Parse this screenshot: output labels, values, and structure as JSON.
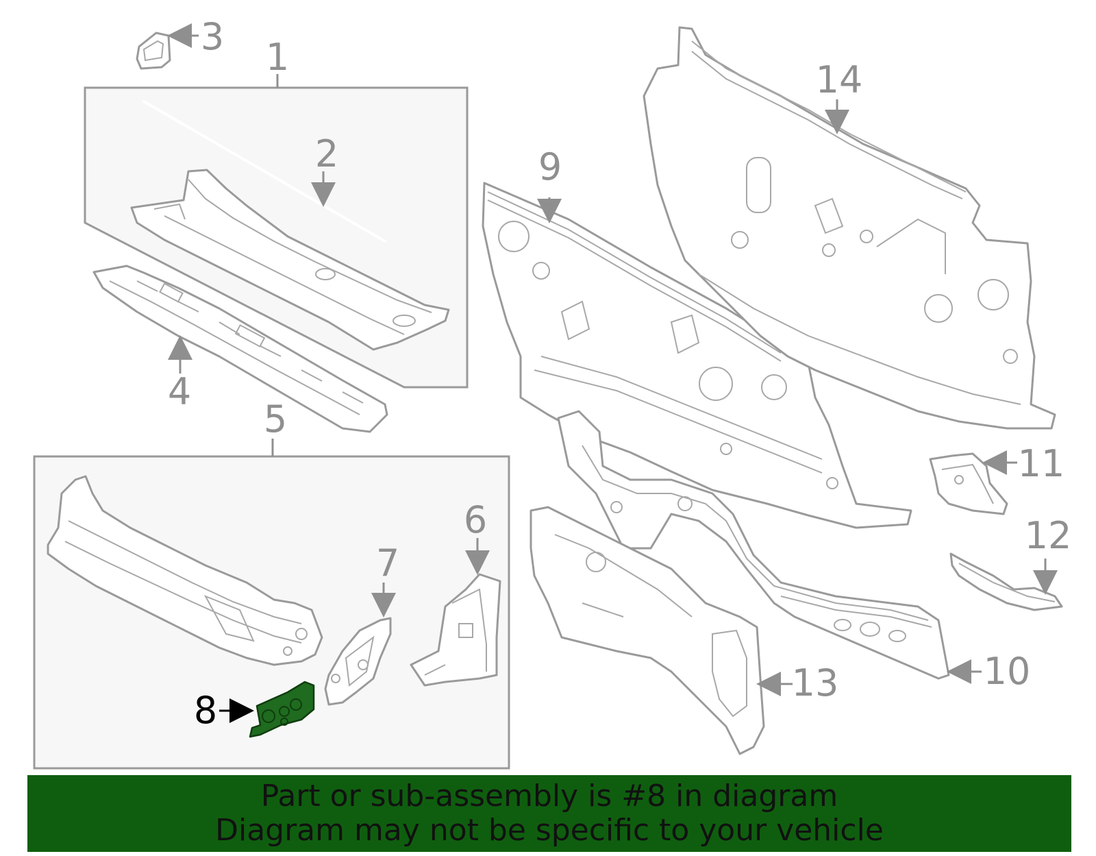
{
  "callouts": {
    "c1": "1",
    "c2": "2",
    "c3": "3",
    "c4": "4",
    "c5": "5",
    "c6": "6",
    "c7": "7",
    "c8": "8",
    "c9": "9",
    "c10": "10",
    "c11": "11",
    "c12": "12",
    "c13": "13",
    "c14": "14"
  },
  "highlight": {
    "part": "8",
    "color": "#1f6b1f"
  },
  "banner": {
    "line1": "Part or sub-assembly is #8 in diagram",
    "line2": "Diagram may not be specific to your vehicle",
    "background": "#0f5e0f"
  }
}
